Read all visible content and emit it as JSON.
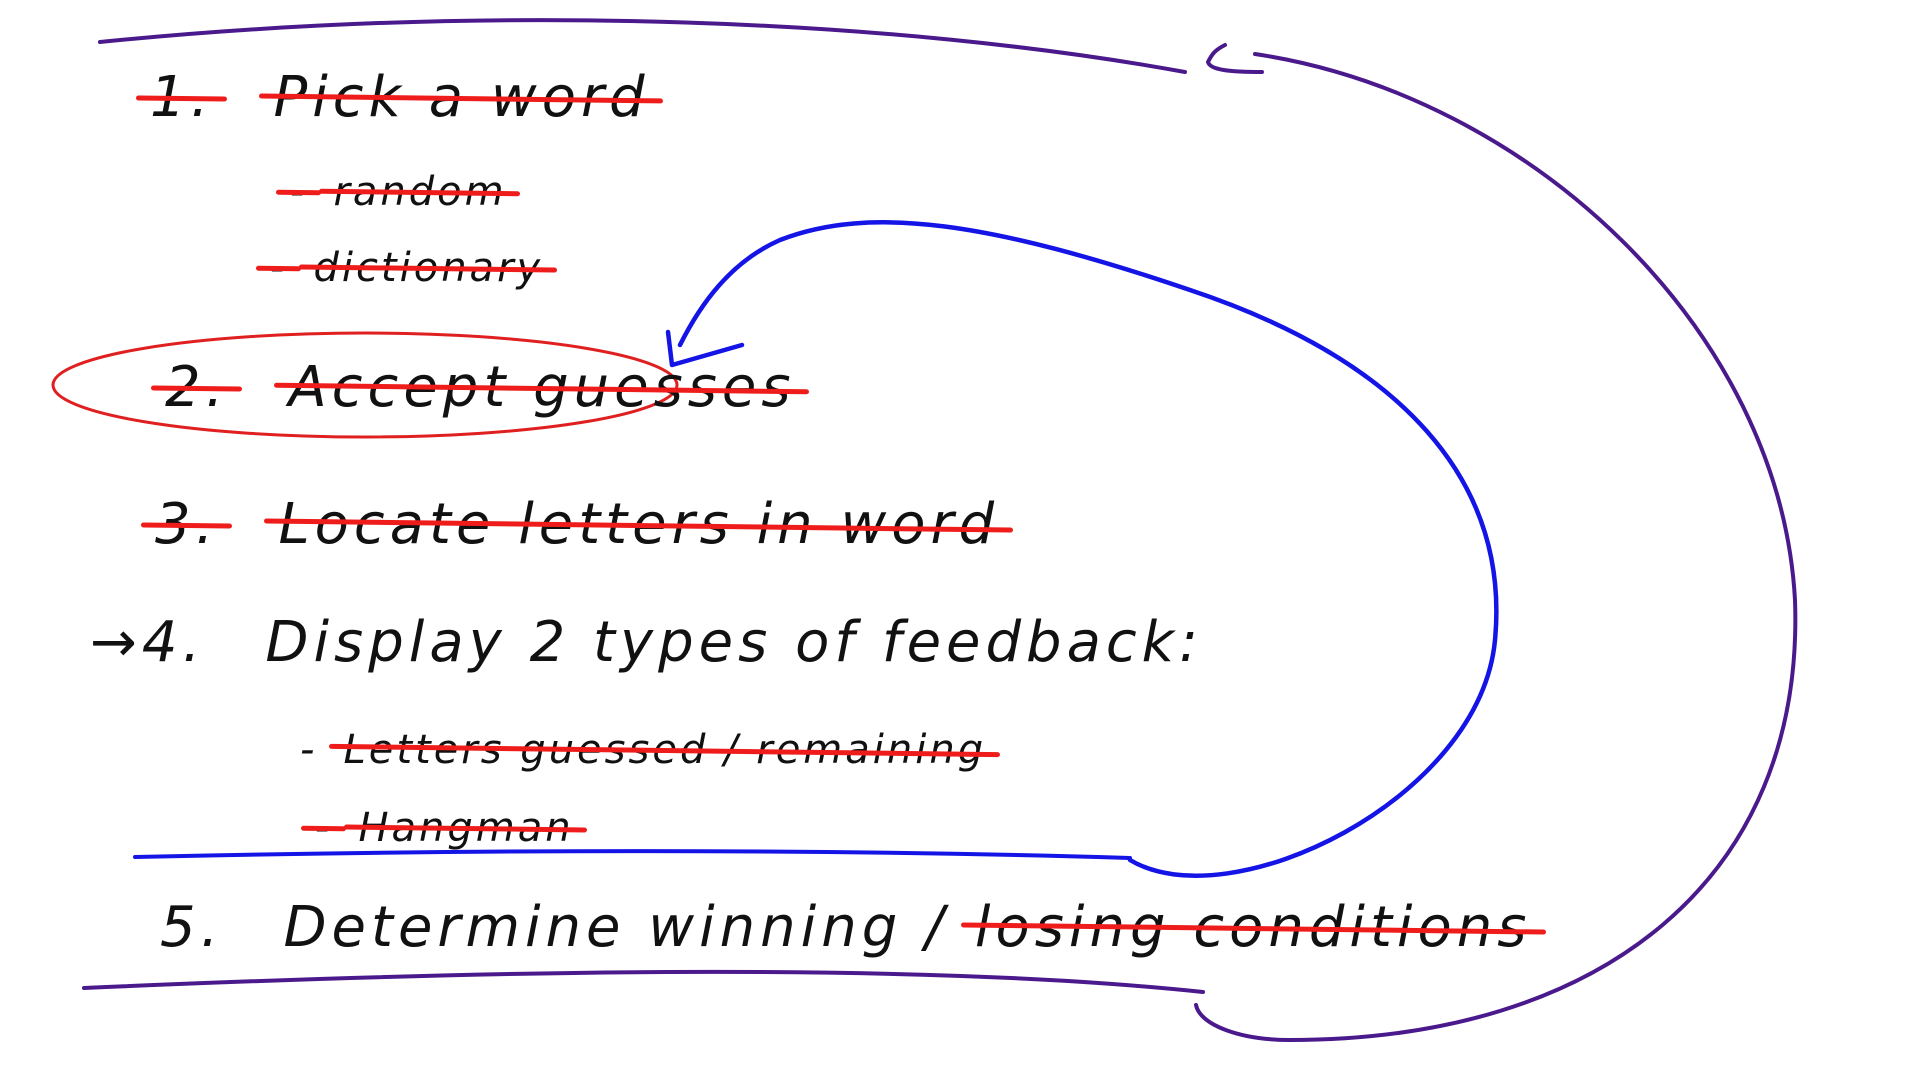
{
  "notes": {
    "step1": {
      "number": "1.",
      "text": "Pick a word",
      "completed": true,
      "subitems": [
        {
          "bullet": "-",
          "text": "random",
          "completed": true
        },
        {
          "bullet": "-",
          "text": "dictionary",
          "completed": true
        }
      ]
    },
    "step2": {
      "number": "2.",
      "text": "Accept guesses",
      "completed": true,
      "circled": true
    },
    "step3": {
      "number": "3.",
      "text": "Locate letters in word",
      "completed": true
    },
    "step4": {
      "marker": "→",
      "number": "4.",
      "text": "Display 2 types of feedback:",
      "completed": false,
      "subitems": [
        {
          "bullet": "-",
          "text": "Letters guessed / remaining",
          "completed": true
        },
        {
          "bullet": "-",
          "text": "Hangman",
          "completed": true
        }
      ]
    },
    "step5": {
      "number": "5.",
      "text_done": "Determine winning /",
      "text_struck": "losing conditions",
      "completed": false
    }
  },
  "colors": {
    "ink": "#111111",
    "strike": "#ef1c1c",
    "circle": "#e02020",
    "loop_arrow": "#1414e6",
    "outer_loop": "#4a1a8c",
    "underline": "#1414e6"
  }
}
